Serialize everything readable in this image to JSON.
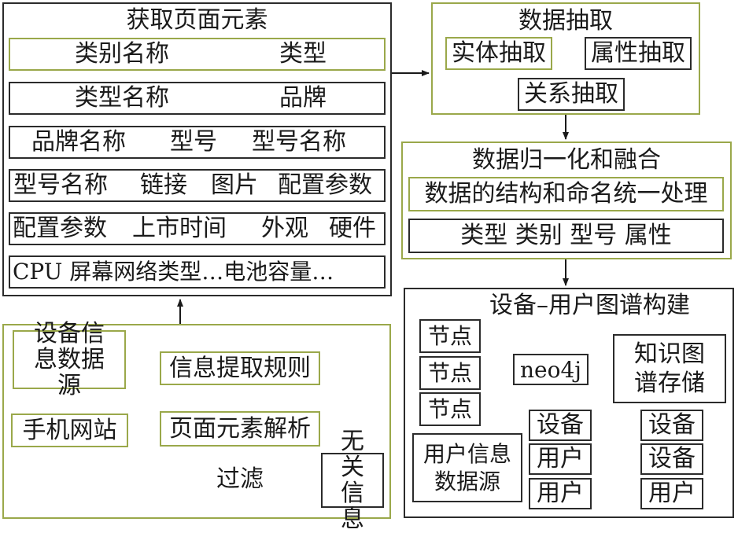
{
  "panel_get": {
    "title": "获取页面元素",
    "rows": [
      [
        "类别名称",
        "类型"
      ],
      [
        "类型名称",
        "品牌"
      ],
      [
        "品牌名称",
        "型号",
        "型号名称"
      ],
      [
        "型号名称",
        "链接",
        "图片",
        "配置参数"
      ],
      [
        "配置参数",
        "上市时间",
        "外观",
        "硬件"
      ],
      [
        "CPU 屏幕网络类型…电池容量…"
      ]
    ]
  },
  "panel_extract": {
    "title": "数据抽取",
    "entity": "实体抽取",
    "attribute": "属性抽取",
    "relation": "关系抽取"
  },
  "panel_normalize": {
    "title": "数据归一化和融合",
    "process": "数据的结构和命名统一处理",
    "items": "类型 类别 型号 属性"
  },
  "panel_graph": {
    "title": "设备–用户图谱构建",
    "nodes": [
      "节点",
      "节点",
      "节点"
    ],
    "neo4j": "neo4j",
    "storage": "知识图谱存储",
    "relations": [
      [
        "设备",
        "设备"
      ],
      [
        "用户",
        "设备"
      ],
      [
        "用户",
        "用户"
      ]
    ],
    "user_source": "用户信息数据源"
  },
  "panel_source": {
    "device_source": "设备信息数据源",
    "phone_site": "手机网站",
    "rules": "信息提取规则",
    "parse": "页面元素解析",
    "filter": "过滤",
    "irrelevant": "无关信息"
  }
}
